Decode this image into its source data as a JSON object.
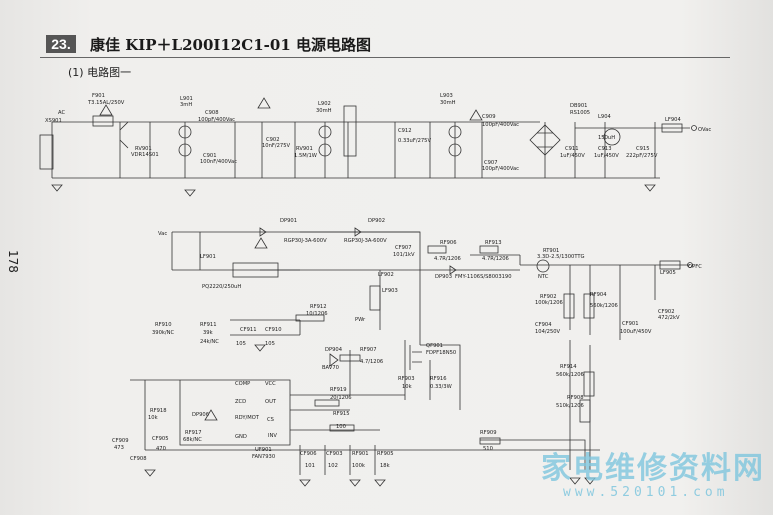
{
  "header": {
    "number": "23.",
    "title": "康佳 KIP＋L200I12C1-01 电源电路图",
    "subtitle": "(1) 电路图一",
    "page_number": "178"
  },
  "schematic": {
    "labels": [
      "AC",
      "XS901",
      "F901",
      "T3.15AL/250V",
      "L901",
      "3mH",
      "C908",
      "100pF/400Vac",
      "RV901",
      "VDR14S01",
      "C901",
      "100nF/400Vac",
      "C902",
      "10nF/275V",
      "RV901",
      "1.5M/1W",
      "L902",
      "30mH",
      "C912",
      "0.33uF/275V",
      "L903",
      "30mH",
      "C909",
      "100pF/400Vac",
      "C907",
      "100pF/400Vac",
      "DB901",
      "RS1005",
      "L904",
      "150uH",
      "LF904",
      "OVac",
      "C911",
      "1uF/450V",
      "C913",
      "1uF/450V",
      "C915",
      "222pF/275V",
      "Vac",
      "DP901",
      "RGP30J-3A-600V",
      "DP902",
      "RGP30J-3A-600V",
      "CF907",
      "101/1kV",
      "RF906",
      "4.7R/1206",
      "RF913",
      "4.7R/1206",
      "RT901",
      "3.3D-2.5/1300TTG",
      "NTC",
      "LF901",
      "PQ2220/250uH",
      "LF902",
      "DP903",
      "FMY-1106S/S8003190",
      "LF903",
      "LF905",
      "OPFC",
      "RF902",
      "100k/1206",
      "RF904",
      "560k/1206",
      "CF902",
      "472/2kV",
      "CF904",
      "104/250V",
      "CF901",
      "100uF/450V",
      "RF912",
      "10/1206",
      "PWr",
      "RF910",
      "390k/NC",
      "RF911",
      "39k",
      "24k/NC",
      "CF911",
      "105",
      "CF910",
      "105",
      "DP904",
      "BAV70",
      "RF907",
      "4.7/1206",
      "QF901",
      "FDPF18N50",
      "RF903",
      "10k",
      "RF916",
      "0.33/3W",
      "RF919",
      "20/1206",
      "RF915",
      "100",
      "COMP",
      "VCC",
      "ZCD",
      "OUT",
      "RDY/MOT",
      "CS",
      "GND",
      "INV",
      "UF901",
      "FAN7930",
      "RF918",
      "10k",
      "DP906",
      "RF917",
      "68k/NC",
      "CF909",
      "473",
      "CF905",
      "470",
      "CF908",
      "CF906",
      "101",
      "CF903",
      "102",
      "RF901",
      "100k",
      "RF905",
      "18k",
      "RF909",
      "510",
      "RF914",
      "560k/1206",
      "RF908",
      "510k/1206"
    ]
  },
  "watermark": {
    "text": "家电维修资料网",
    "url": "www.520101.com"
  }
}
